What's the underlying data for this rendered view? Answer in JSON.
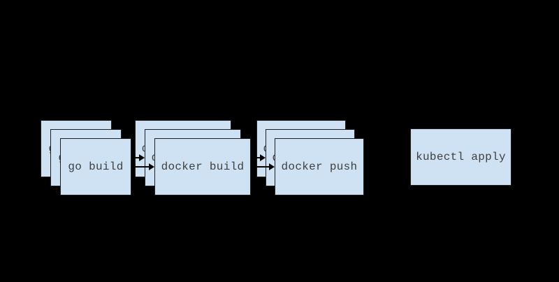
{
  "diagram": {
    "type": "pipeline-flowchart",
    "colors": {
      "background": "#000000",
      "node-fill": "#cfe2f3",
      "node-border": "#1f1f1f",
      "node-text": "#3f3f3f",
      "arrow": "#000000"
    },
    "nodes": [
      {
        "id": "go-build",
        "label": "go build",
        "stacked": true,
        "copies": 3
      },
      {
        "id": "docker-build",
        "label": "docker build",
        "stacked": true,
        "copies": 3
      },
      {
        "id": "docker-push",
        "label": "docker push",
        "stacked": true,
        "copies": 3
      },
      {
        "id": "kubectl-apply",
        "label": "kubectl apply",
        "stacked": false,
        "copies": 1
      }
    ],
    "edges": [
      {
        "from": "go-build",
        "to": "docker-build"
      },
      {
        "from": "docker-build",
        "to": "docker-push"
      },
      {
        "from": "docker-push",
        "to": "kubectl-apply"
      }
    ]
  }
}
